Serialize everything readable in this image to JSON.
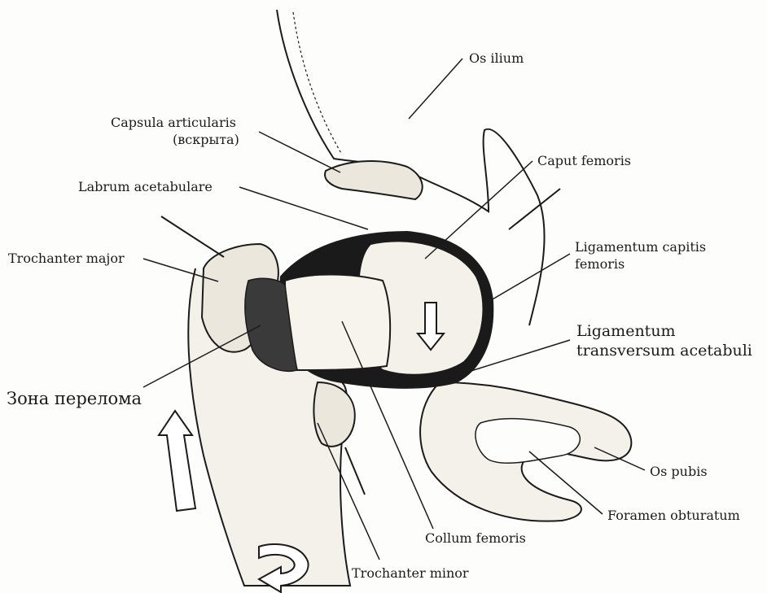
{
  "labels": {
    "os_ilium": "Os ilium",
    "capsula_1": "Capsula articularis",
    "capsula_2": "(вскрыта)",
    "caput_femoris": "Caput femoris",
    "labrum": "Labrum acetabulare",
    "lig_capitis_1": "Ligamentum capitis",
    "lig_capitis_2": "femoris",
    "trochanter_major": "Trochanter major",
    "lig_transversum_1": "Ligamentum",
    "lig_transversum_2": "transversum acetabuli",
    "fracture_zone": "Зона перелома",
    "os_pubis": "Os pubis",
    "foramen": "Foramen obturatum",
    "collum": "Collum femoris",
    "trochanter_minor": "Trochanter minor"
  },
  "colors": {
    "ink": "#1b1b1b",
    "paper": "#fdfdfb",
    "bone_fill": "#f4f1ea",
    "cavity": "#1a1a1a"
  }
}
